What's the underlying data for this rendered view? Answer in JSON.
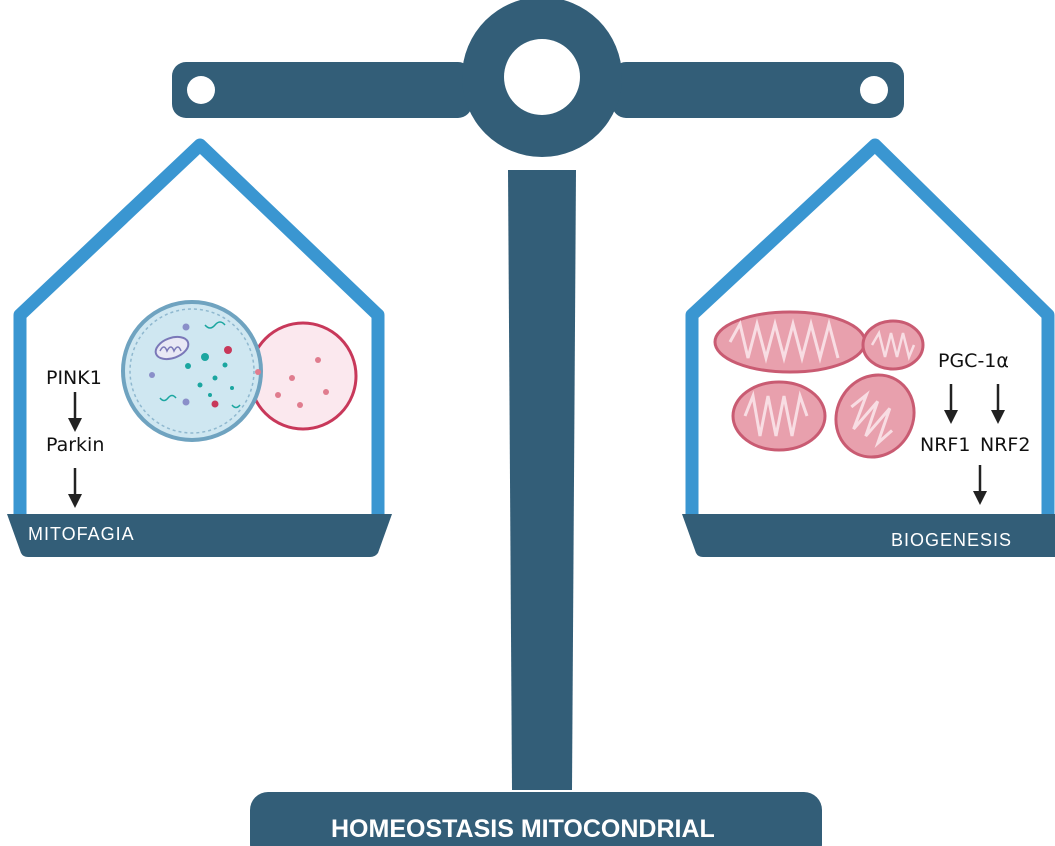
{
  "title": "HOMEOSTASIS MITOCONDRIAL",
  "left_pan": {
    "label": "MITOFAGIA",
    "pathway": [
      "PINK1",
      "Parkin"
    ]
  },
  "right_pan": {
    "label": "BIOGENESIS",
    "top": "PGC-1α",
    "left_target": "NRF1",
    "right_target": "NRF2"
  },
  "colors": {
    "scale": "#335e78",
    "hanger": "#3a96d1",
    "mitochondria": "#e07c8e",
    "lysosome_edge": "#c8385a",
    "autophagosome": "#c8e4ef"
  },
  "icons": [
    "balance-scale-icon",
    "autophagosome-icon",
    "lysosome-icon",
    "mitochondrion-icon",
    "arrow-down-icon"
  ]
}
